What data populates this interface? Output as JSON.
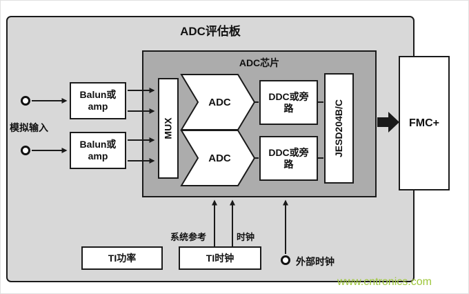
{
  "diagram": {
    "outer_title": "ADC评估板",
    "chip_title": "ADC芯片",
    "analog_input_label": "模拟输入",
    "balun": {
      "line1": "Balun或",
      "line2": "amp"
    },
    "mux_label": "MUX",
    "adc_label": "ADC",
    "ddc_label": "DDC或旁路",
    "jesd_label": "JESD204B/C",
    "fmc_label": "FMC+",
    "sys_ref_label": "系统参考",
    "clock_label": "时钟",
    "ti_power_label": "TI功率",
    "ti_clock_label": "TI时钟",
    "ext_clock_label": "外部时钟",
    "watermark": "www.cntronics.com",
    "colors": {
      "board_fill": "#d8d8d8",
      "chip_fill": "#acacac",
      "line": "#1a1a1a",
      "watermark": "#9dc63a"
    }
  }
}
